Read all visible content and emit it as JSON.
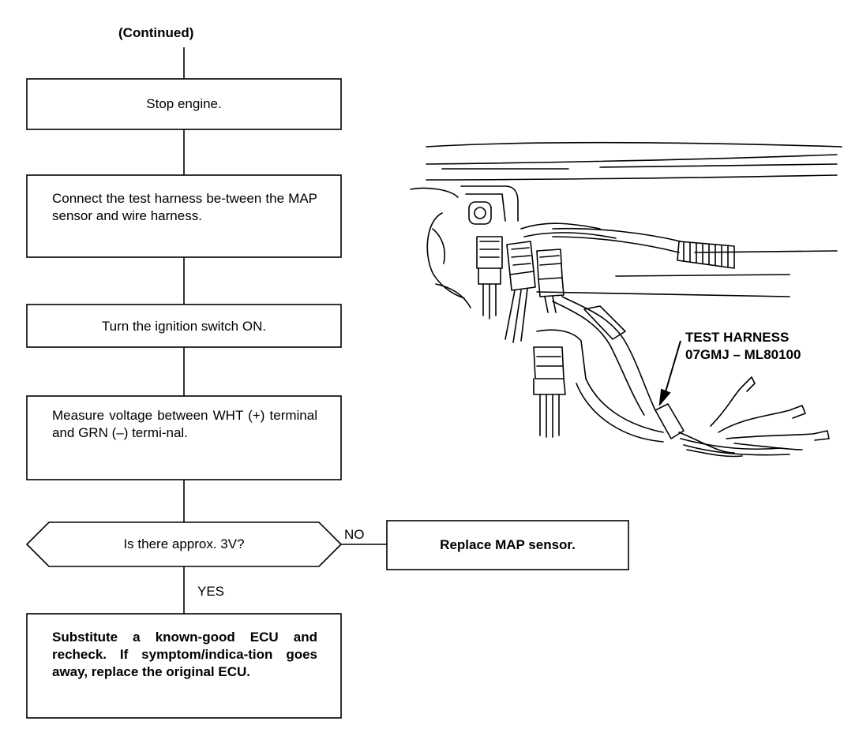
{
  "flow": {
    "continued": "(Continued)",
    "step_stop": "Stop engine.",
    "step_connect": "Connect the test harness be-tween the MAP sensor and wire harness.",
    "step_ignition": "Turn the ignition switch ON.",
    "step_measure": "Measure voltage between WHT (+) terminal and GRN (–) termi-nal.",
    "decision": "Is there approx. 3V?",
    "no_label": "NO",
    "no_action": "Replace MAP sensor.",
    "yes_label": "YES",
    "final": "Substitute a known-good ECU and recheck. If symptom/indica-tion goes away, replace the original ECU."
  },
  "illustration": {
    "callout_line1": "TEST HARNESS",
    "callout_line2": "07GMJ – ML80100"
  }
}
